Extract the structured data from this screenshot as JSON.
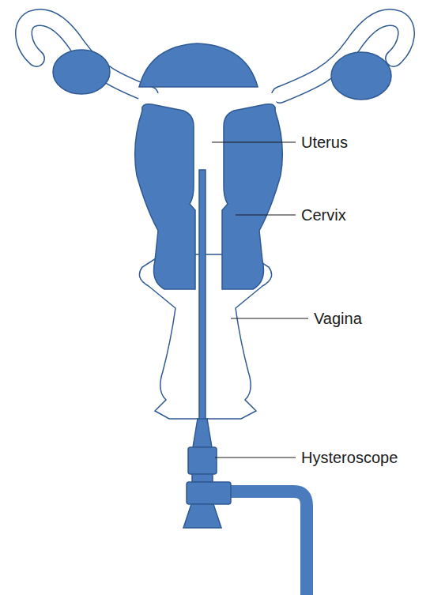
{
  "diagram": {
    "labels": [
      "Uterus",
      "Cervix",
      "Vagina",
      "Hysteroscope"
    ]
  }
}
